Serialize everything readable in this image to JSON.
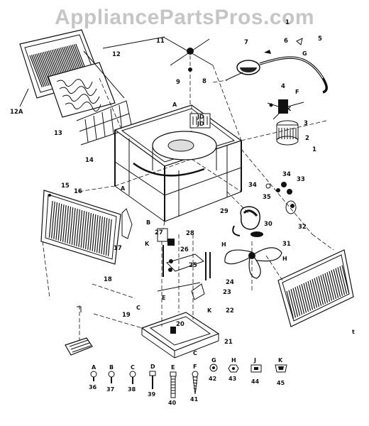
{
  "watermark": "AppliancePartsPros.com",
  "callouts": [
    "1",
    "2",
    "3",
    "4",
    "5",
    "6",
    "7",
    "8",
    "9",
    "11",
    "12",
    "12A",
    "13",
    "14",
    "15",
    "16",
    "17",
    "18",
    "19",
    "20",
    "21",
    "22",
    "23",
    "24",
    "25",
    "26",
    "27",
    "28",
    "29",
    "30",
    "31",
    "32",
    "33",
    "34",
    "35",
    "36",
    "37",
    "38",
    "39",
    "40",
    "41",
    "42",
    "43",
    "44",
    "45"
  ],
  "letters": [
    "A",
    "B",
    "C",
    "D",
    "E",
    "F",
    "G",
    "H",
    "J",
    "K"
  ],
  "fastener_labels": [
    {
      "letter": "A",
      "num": "36"
    },
    {
      "letter": "B",
      "num": "37"
    },
    {
      "letter": "C",
      "num": "38"
    },
    {
      "letter": "D",
      "num": "39"
    },
    {
      "letter": "E",
      "num": "40"
    },
    {
      "letter": "F",
      "num": "41"
    },
    {
      "letter": "G",
      "num": "42"
    },
    {
      "letter": "H",
      "num": "43"
    },
    {
      "letter": "J",
      "num": "44"
    },
    {
      "letter": "K",
      "num": "45"
    }
  ],
  "inline_labels": {
    "jd": "JD",
    "t": "t"
  }
}
